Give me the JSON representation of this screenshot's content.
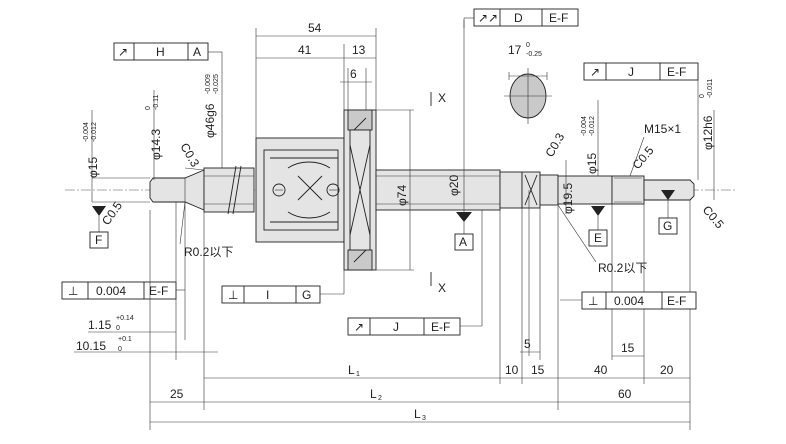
{
  "dims": {
    "d54": "54",
    "d41": "41",
    "d13": "13",
    "d6": "6",
    "dia74": "φ74",
    "dia20": "φ20",
    "dia19_5": "φ19.5",
    "dia15_left": "φ15",
    "dia15_left_tol_u": "-0.004",
    "dia15_left_tol_l": "-0.012",
    "dia14_3": "φ14.3",
    "dia14_3_tol_u": "0",
    "dia14_3_tol_l": "-0.11",
    "dia46g6": "φ46g6",
    "dia46_tol_u": "-0.009",
    "dia46_tol_l": "-0.025",
    "c03_left": "C0.3",
    "c05_left": "C0.5",
    "r02_left": "R0.2以下",
    "r02_right": "R0.2以下",
    "d17": "17",
    "d17_tol_u": "0",
    "d17_tol_l": "-0.25",
    "c03_right": "C0.3",
    "dia15_right": "φ15",
    "dia15_right_tol_u": "-0.004",
    "dia15_right_tol_l": "-0.012",
    "m15": "M15×1",
    "c05_mid": "C0.5",
    "dia12h6": "φ12h6",
    "dia12_tol_u": "0",
    "dia12_tol_l": "-0.011",
    "c05_right": "C0.5",
    "d1_15": "1.15",
    "d1_15_tol_u": "+0.14",
    "d1_15_tol_l": "0",
    "d10_15": "10.15",
    "d10_15_tol_u": "+0.1",
    "d10_15_tol_l": "0",
    "d5": "5",
    "d15_dim": "15",
    "d10": "10",
    "d15b": "15",
    "d40": "40",
    "d20": "20",
    "d25": "25",
    "d60": "60",
    "L1": "L",
    "L1_sub": "1",
    "L2": "L",
    "L2_sub": "2",
    "L3": "L",
    "L3_sub": "3",
    "sec_x_top": "X",
    "sec_x_bot": "X"
  },
  "frames": {
    "h_a": {
      "sym": "↗",
      "ref": "H",
      "datum": "A"
    },
    "d_ef": {
      "sym": "↗↗",
      "ref": "D",
      "datum": "E-F"
    },
    "j_ef_top": {
      "sym": "↗",
      "ref": "J",
      "datum": "E-F"
    },
    "perp_left": {
      "sym": "⊥",
      "ref": "0.004",
      "datum": "E-F"
    },
    "perp_i_g": {
      "sym": "⊥",
      "ref": "I",
      "datum": "G"
    },
    "j_ef_bot": {
      "sym": "↗",
      "ref": "J",
      "datum": "E-F"
    },
    "perp_right": {
      "sym": "⊥",
      "ref": "0.004",
      "datum": "E-F"
    }
  },
  "datums": {
    "F": "F",
    "A": "A",
    "E": "E",
    "G": "G"
  }
}
